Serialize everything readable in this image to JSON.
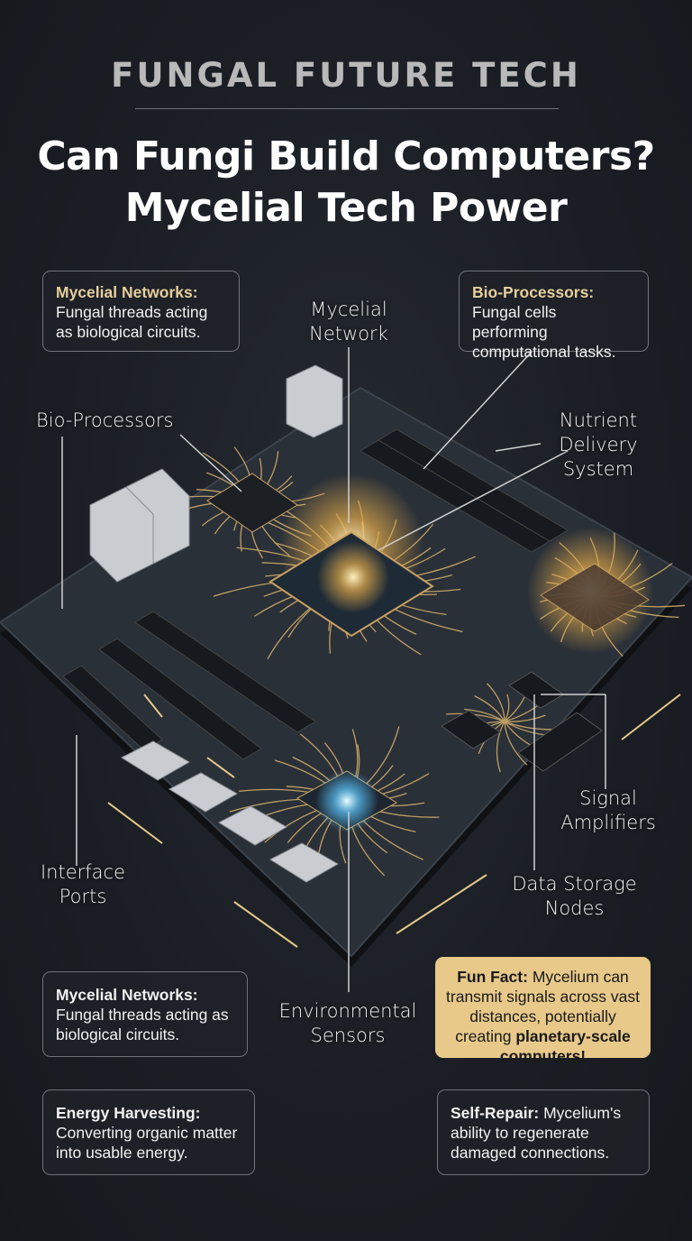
{
  "header": {
    "kicker": "FUNGAL FUTURE TECH",
    "title_line1": "Can Fungi Build Computers?",
    "title_line2": "Mycelial Tech Power"
  },
  "callouts": {
    "top_left": {
      "heading": "Mycelial Networks:",
      "body": "Fungal threads acting as biological circuits."
    },
    "top_right": {
      "heading": "Bio-Processors:",
      "body": "Fungal cells performing computational tasks."
    },
    "bottom_left": {
      "heading": "Mycelial Networks:",
      "body": "Fungal threads acting as biological circuits."
    },
    "fun_fact": {
      "heading": "Fun Fact:",
      "body": "Mycelium can transmit signals across vast distances, potentially creating",
      "emphasis": "planetary-scale computers!"
    },
    "energy": {
      "heading": "Energy Harvesting:",
      "body": "Converting organic matter into usable energy."
    },
    "self_repair": {
      "heading": "Self-Repair:",
      "body": "Mycelium's ability to regenerate damaged connections."
    }
  },
  "labels": {
    "mycelial_network": [
      "Mycelial",
      "Network"
    ],
    "bio_processors": "Bio-Processors",
    "nutrient": [
      "Nutrient",
      "Delivery",
      "System"
    ],
    "signal": [
      "Signal",
      "Amplifiers"
    ],
    "data_storage": [
      "Data Storage",
      "Nodes"
    ],
    "interface": [
      "Interface",
      "Ports"
    ],
    "environmental": [
      "Environmental",
      "Sensors"
    ]
  },
  "colors": {
    "accent": "#e8c98a",
    "background": "#1b1f25",
    "tendril": "#d9b26a"
  }
}
